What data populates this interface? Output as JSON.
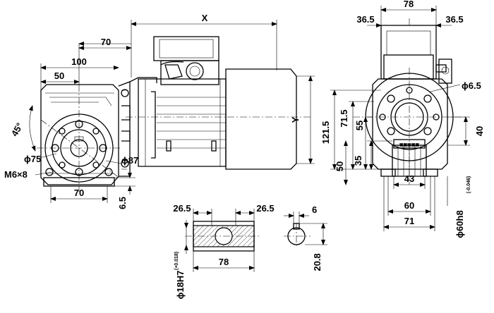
{
  "labels": {
    "x": "X",
    "y": "Y",
    "d70_top": "70",
    "d100": "100",
    "d50_left": "50",
    "d45": "45°",
    "phi75": "ϕ75",
    "phi87": "ϕ87",
    "m6x8": "M6×8",
    "d70_bottom": "70",
    "d6_5_left": "6.5",
    "d78_top": "78",
    "d36_5_left": "36.5",
    "d36_5_right": "36.5",
    "phi6_5": "ϕ6.5",
    "d121_5": "121.5",
    "d71_5": "71.5",
    "d55": "55",
    "d35": "35",
    "d50_right": "50",
    "d40": "40",
    "d43": "43",
    "d60": "60",
    "d71": "71",
    "phi60h8": "ϕ60h8",
    "phi60h8_tol": "(-0.046)",
    "d26_5_left": "26.5",
    "d26_5_right": "26.5",
    "d78_shaft": "78",
    "phi18h7": "ϕ18H7",
    "phi18h7_tol": "(+0.018)",
    "d6_key": "6",
    "d20_8": "20.8"
  }
}
